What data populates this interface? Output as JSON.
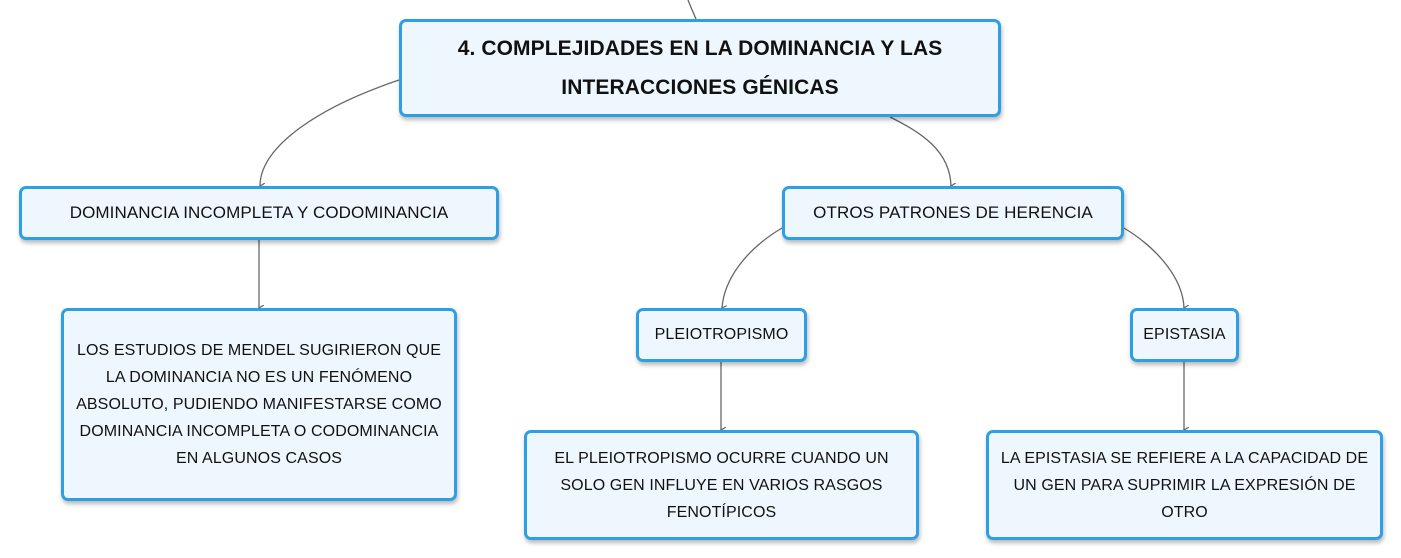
{
  "root": {
    "title": "4. COMPLEJIDADES EN LA DOMINANCIA Y LAS INTERACCIONES GÉNICAS"
  },
  "branches": {
    "dominancia": {
      "label": "DOMINANCIA INCOMPLETA Y CODOMINANCIA",
      "description": "LOS ESTUDIOS DE MENDEL SUGIRIERON QUE LA DOMINANCIA NO ES UN FENÓMENO ABSOLUTO, PUDIENDO MANIFESTARSE COMO DOMINANCIA INCOMPLETA O CODOMINANCIA EN ALGUNOS CASOS"
    },
    "otros": {
      "label": "OTROS PATRONES DE HERENCIA",
      "pleiotropismo": {
        "label": "PLEIOTROPISMO",
        "description": "EL PLEIOTROPISMO OCURRE CUANDO UN SOLO GEN INFLUYE EN VARIOS RASGOS FENOTÍPICOS"
      },
      "epistasia": {
        "label": "EPISTASIA",
        "description": "LA EPISTASIA SE REFIERE A LA CAPACIDAD DE UN GEN PARA SUPRIMIR LA EXPRESIÓN DE OTRO"
      }
    }
  },
  "colors": {
    "node_border": "#2f9fe4",
    "node_fill": "#eef7fd",
    "connector": "#666666",
    "text": "#111111"
  }
}
